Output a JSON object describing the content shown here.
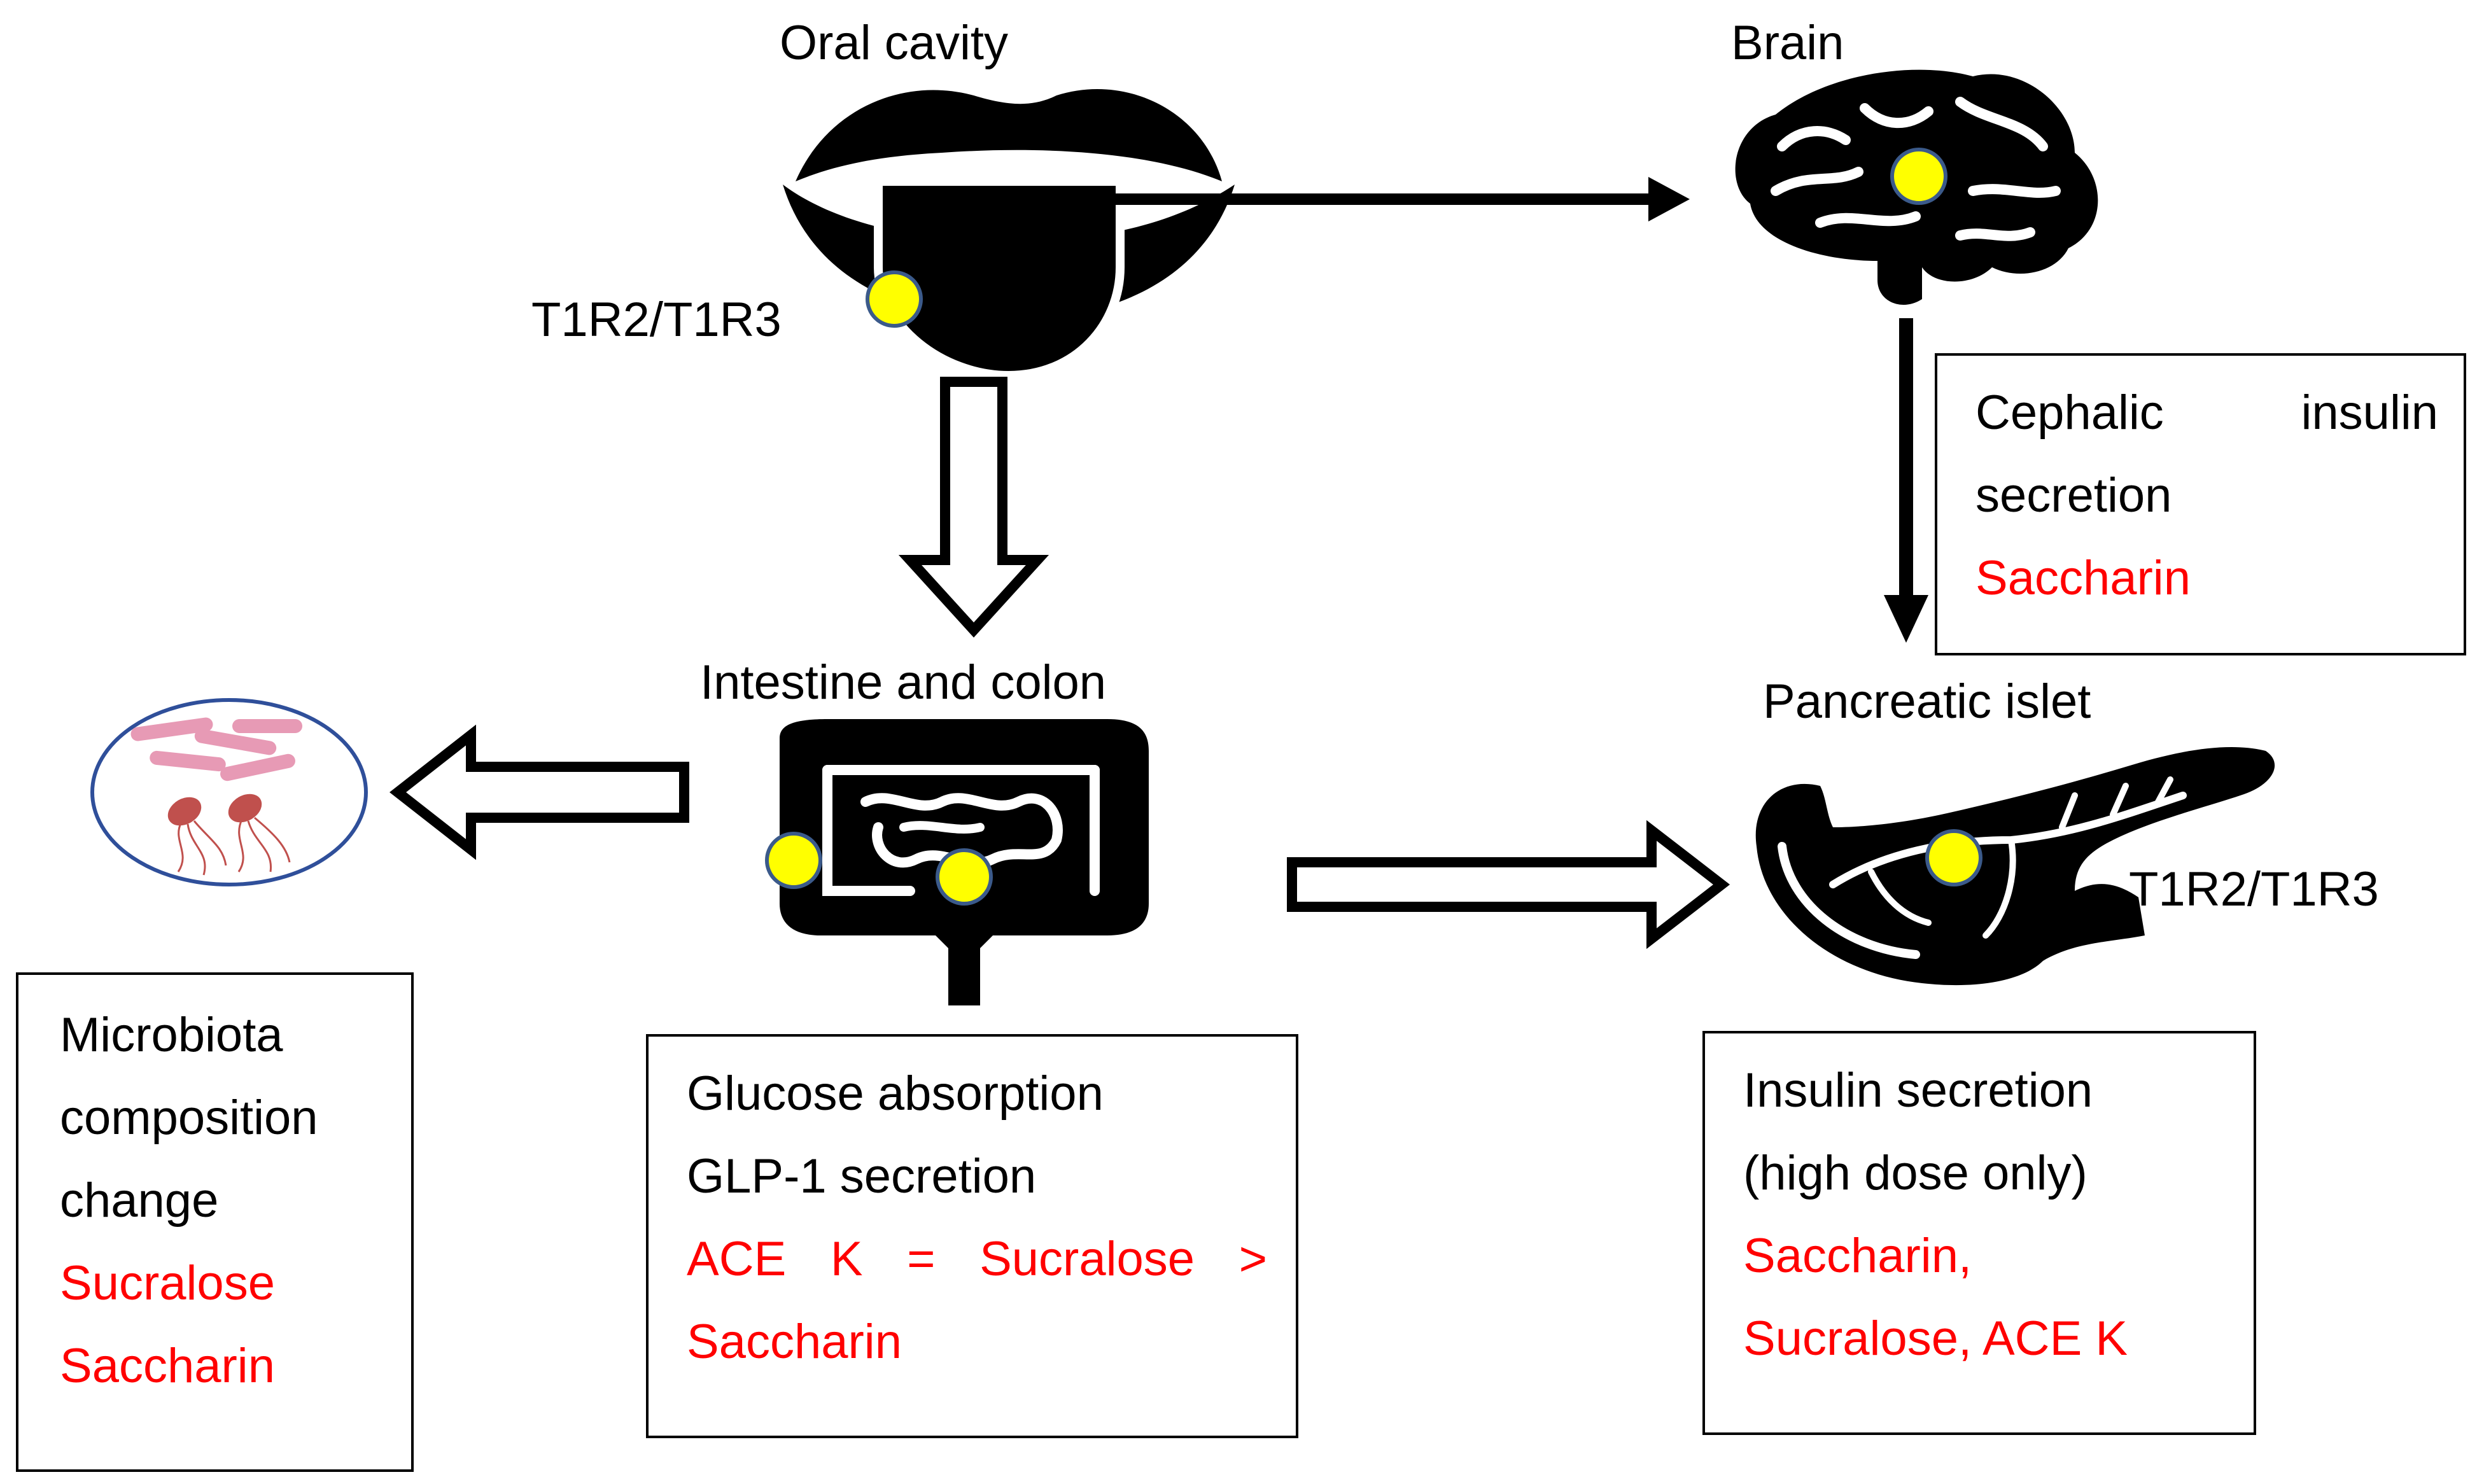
{
  "nodes": {
    "oral": {
      "label": "Oral cavity",
      "receptor": "T1R2/T1R3",
      "icon": "mouth-tongue-icon"
    },
    "brain": {
      "label": "Brain",
      "icon": "brain-icon"
    },
    "intestine": {
      "label": "Intestine and colon",
      "icon": "intestine-icon"
    },
    "pancreas": {
      "label": "Pancreatic islet",
      "receptor": "T1R2/T1R3",
      "icon": "pancreas-icon"
    },
    "microbiota": {
      "icon": "bacteria-icon"
    }
  },
  "boxes": {
    "cephalic": {
      "line1_left": "Cephalic",
      "line1_right": "insulin",
      "line2": "secretion",
      "sweetener": "Saccharin"
    },
    "microbiota": {
      "line1": "Microbiota",
      "line2": "composition",
      "line3": "change",
      "sweetener1": "Sucralose",
      "sweetener2": "Saccharin"
    },
    "glucose": {
      "line1": "Glucose absorption",
      "line2": "GLP-1 secretion",
      "sweetener_row": [
        "ACE",
        "K",
        "=",
        "Sucralose",
        ">"
      ],
      "sweetener_line2": "Saccharin"
    },
    "insulin": {
      "line1": "Insulin secretion",
      "line2": "(high dose only)",
      "sweetener1": "Saccharin,",
      "sweetener2": "Sucralose, ACE K"
    }
  },
  "colors": {
    "receptor_dot": "#ffff00",
    "receptor_dot_outline": "#3b5a8a",
    "sweetener_text": "#ff0000",
    "organ_fill": "#000000",
    "bacteria_rod": "#e79ab5",
    "bacteria_cell": "#c0504d",
    "microbiota_circle_outline": "#2f4f9a"
  }
}
